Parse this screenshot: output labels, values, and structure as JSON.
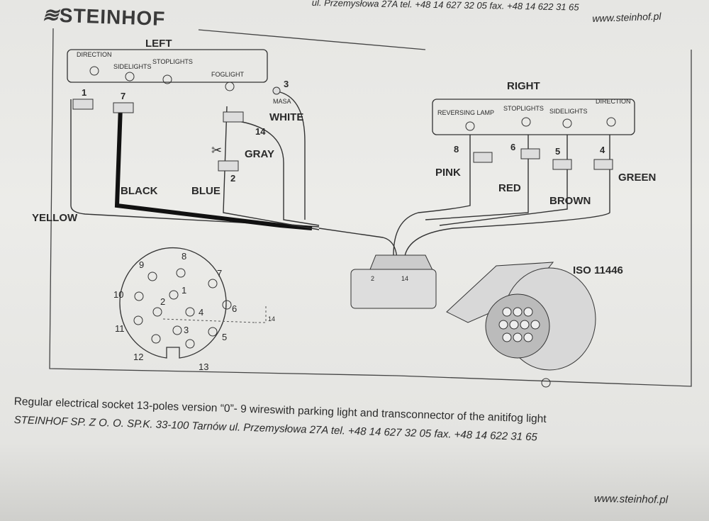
{
  "header": {
    "brand": "STEINHOF",
    "address_top": "ul. Przemysłowa 27A   tel. +48 14 627 32 05   fax. +48 14 622 31 65",
    "website": "www.steinhof.pl"
  },
  "diagram": {
    "left": {
      "title": "LEFT",
      "lamps": {
        "direction": "DIRECTION",
        "sidelights": "SIDELIGHTS",
        "stoplights": "STOPLIGHTS",
        "foglight": "FOGLIGHT"
      },
      "masa": "MASA",
      "wires": [
        {
          "num": "1",
          "color": "YELLOW"
        },
        {
          "num": "7",
          "color": "BLACK"
        },
        {
          "num": "3",
          "color": "WHITE"
        },
        {
          "num": "14",
          "color": "GRAY"
        },
        {
          "num": "2",
          "color": "BLUE"
        }
      ]
    },
    "right": {
      "title": "RIGHT",
      "lamps": {
        "reversing": "REVERSING LAMP",
        "stoplights": "STOPLIGHTS",
        "sidelights": "SIDELIGHTS",
        "direction": "DIRECTION"
      },
      "wires": [
        {
          "num": "8",
          "color": "PINK"
        },
        {
          "num": "6",
          "color": "RED"
        },
        {
          "num": "5",
          "color": "BROWN"
        },
        {
          "num": "4",
          "color": "GREEN"
        }
      ]
    },
    "connector_labels": {
      "a": "2",
      "b": "14"
    },
    "standard": "ISO 11446",
    "pinout": [
      "1",
      "2",
      "3",
      "4",
      "5",
      "6",
      "7",
      "8",
      "9",
      "10",
      "11",
      "12",
      "13",
      "14"
    ]
  },
  "footer": {
    "description": "Regular electrical socket 13-poles version “0”- 9 wireswith parking light and transconnector of the anitifog light",
    "company": "STEINHOF SP. Z O. O. SP.K.   33-100 Tarnów   ul. Przemysłowa 27A   tel. +48 14 627 32 05   fax. +48 14 622 31 65",
    "website": "www.steinhof.pl"
  }
}
